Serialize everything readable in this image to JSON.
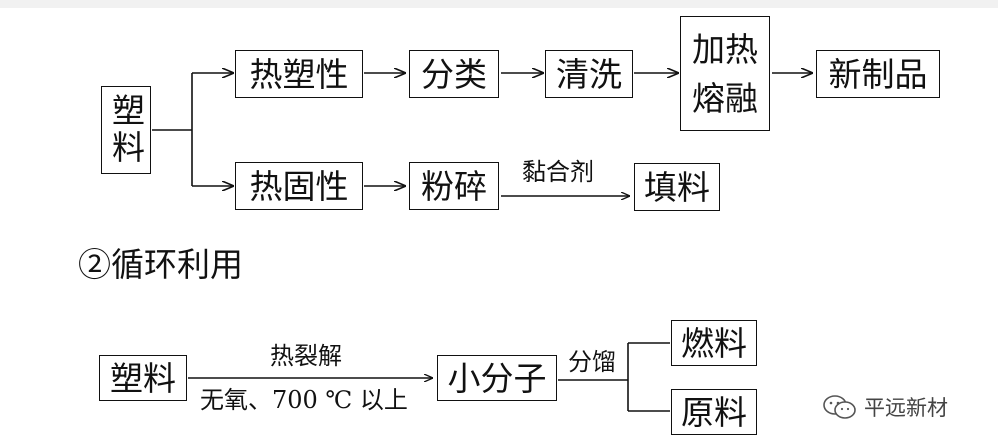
{
  "diagram_top": {
    "source": "塑料",
    "branch1": [
      "热塑性",
      "分类",
      "清洗"
    ],
    "heat_melt": [
      "加热",
      "熔融"
    ],
    "product": "新制品",
    "branch2": [
      "热固性",
      "粉碎"
    ],
    "adhesive_label": "黏合剂",
    "filler": "填料"
  },
  "section_heading": "②循环利用",
  "diagram_bottom": {
    "source": "塑料",
    "condition_top": "热裂解",
    "condition_bottom": "无氧、700 ℃ 以上",
    "middle": "小分子",
    "process_label": "分馏",
    "output1": "燃料",
    "output2": "原料"
  },
  "watermark": {
    "text": "平远新材",
    "icon": "wechat-icon"
  }
}
